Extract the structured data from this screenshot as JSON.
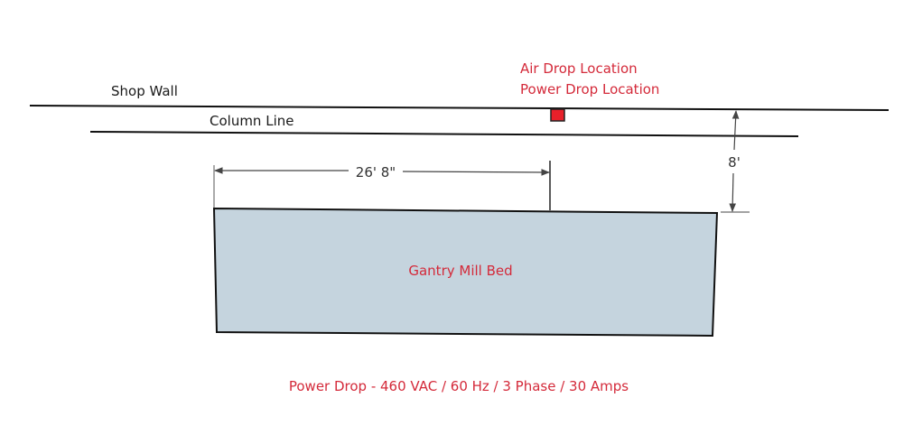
{
  "labels": {
    "shop_wall": "Shop Wall",
    "column_line": "Column Line",
    "air_drop": "Air Drop Location",
    "power_drop": "Power Drop Location",
    "bed": "Gantry Mill Bed",
    "power_spec": "Power Drop - 460 VAC / 60 Hz / 3 Phase / 30 Amps"
  },
  "dimensions": {
    "horizontal": "26' 8\"",
    "vertical": "8'"
  },
  "colors": {
    "line": "#111111",
    "label_red": "#d42a3a",
    "marker_red": "#e8202a",
    "bed_fill": "#c5d4de",
    "dimension": "#444444"
  },
  "icons": {
    "drop_marker": "red-square-marker"
  }
}
